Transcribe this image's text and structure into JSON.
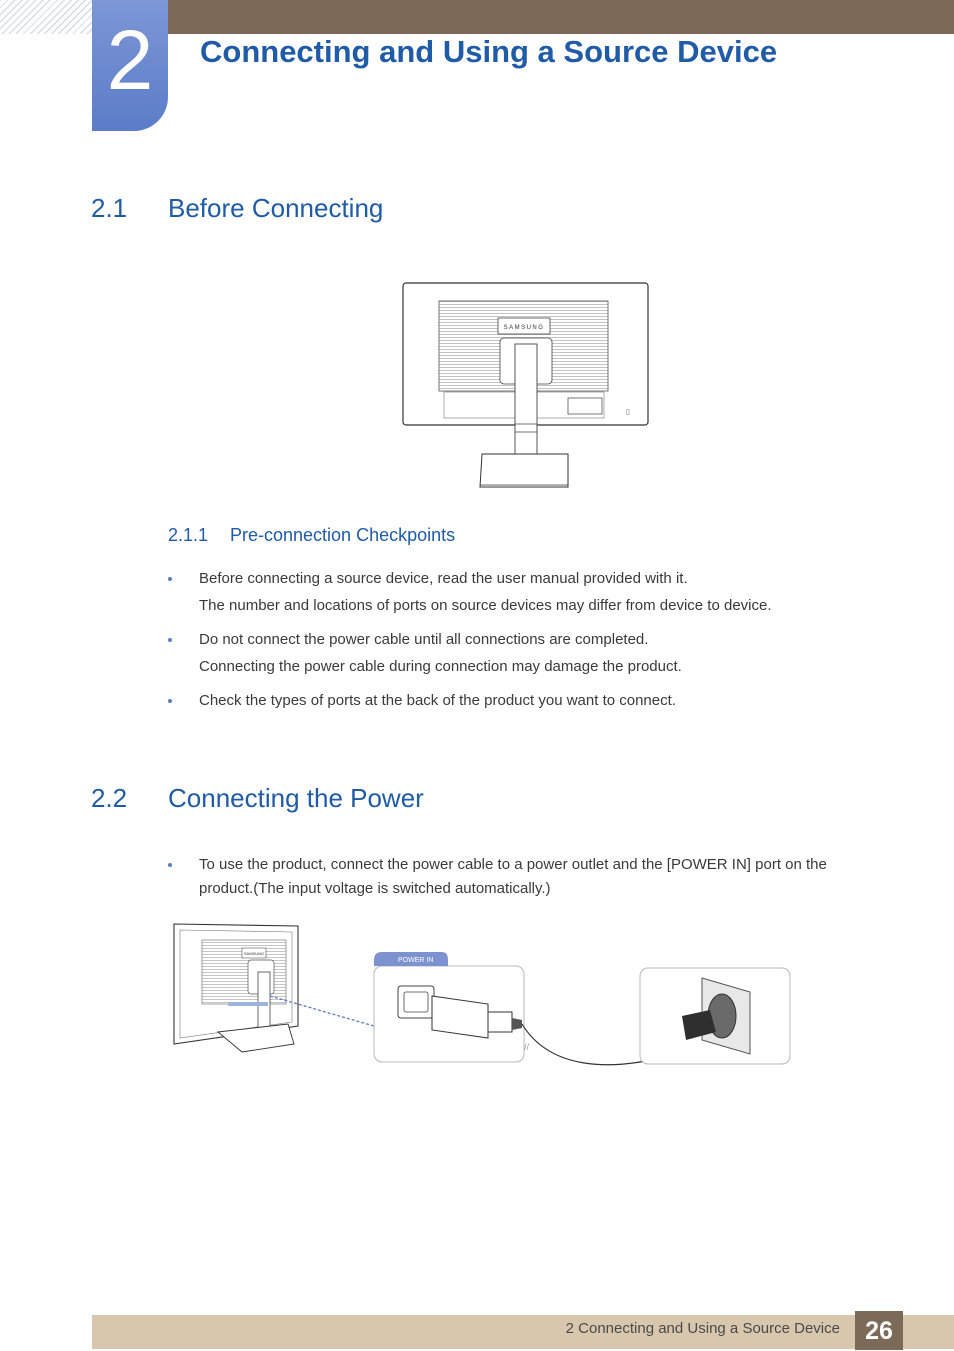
{
  "chapter": {
    "number": "2",
    "title": "Connecting and Using a Source Device"
  },
  "sections": [
    {
      "number": "2.1",
      "title": "Before Connecting",
      "subsection": {
        "number": "2.1.1",
        "title": "Pre-connection Checkpoints",
        "bullets": [
          {
            "text": "Before connecting a source device, read the user manual provided with it.",
            "note": "The number and locations of ports on source devices may differ from device to device."
          },
          {
            "text": "Do not connect the power cable until all connections are completed.",
            "note": "Connecting the power cable during connection may damage the product."
          },
          {
            "text": "Check the types of ports at the back of the product you want to connect.",
            "note": ""
          }
        ]
      }
    },
    {
      "number": "2.2",
      "title": "Connecting the Power",
      "bullets": [
        {
          "text": "To use the product, connect the power cable to a power outlet and the [POWER IN] port on the product.(The input voltage is switched automatically.)"
        }
      ]
    }
  ],
  "illustrations": {
    "monitor_brand": "SAMSUNG",
    "power_port_label": "POWER IN"
  },
  "footer": {
    "text": "2 Connecting and Using a Source Device",
    "page": "26"
  }
}
